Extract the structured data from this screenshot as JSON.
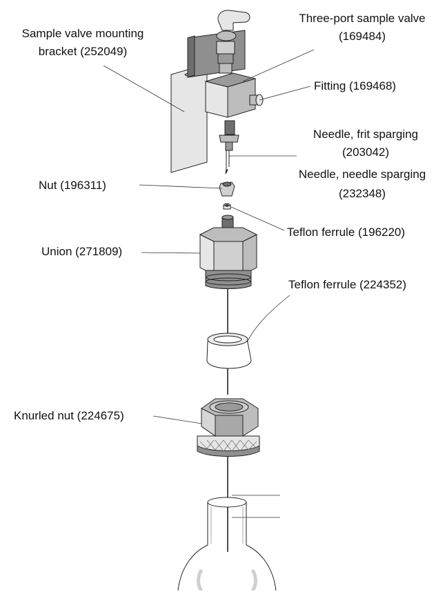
{
  "labels": {
    "bracket_l1": "Sample valve mounting",
    "bracket_l2": "bracket (252049)",
    "valve_l1": "Three-port sample valve",
    "valve_l2": "(169484)",
    "fitting": "Fitting (169468)",
    "needle_frit_l1": "Needle, frit sparging",
    "needle_frit_l2": "(203042)",
    "needle_needle_l1": "Needle, needle sparging",
    "needle_needle_l2": "(232348)",
    "nut": "Nut (196311)",
    "teflon_ferrule_small": "Teflon ferrule (196220)",
    "union": "Union (271809)",
    "teflon_ferrule_large": "Teflon ferrule (224352)",
    "knurled_nut": "Knurled nut (224675)"
  },
  "colors": {
    "line": "#222222",
    "light_gray": "#e6e6e6",
    "mid_gray": "#bdbdbd",
    "dark_gray": "#6e6e6e",
    "ring_gray": "#9a9a9a"
  }
}
